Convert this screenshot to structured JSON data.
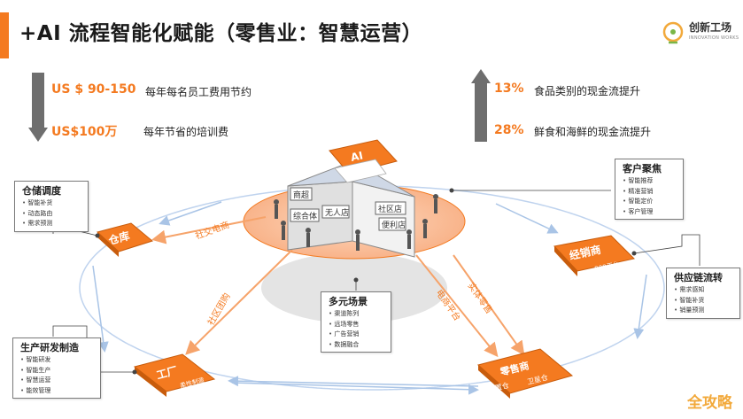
{
  "header": {
    "title": "+AI 流程智能化赋能（零售业：智慧运营）",
    "logo_text": "创新工场",
    "logo_sub": "INNOVATION WORKS"
  },
  "stats_left": [
    {
      "value": "US $ 90-150",
      "desc": "每年每名员工费用节约"
    },
    {
      "value": "US$100万",
      "desc": "每年节省的培训费"
    }
  ],
  "stats_right": [
    {
      "value": "13%",
      "desc": "食品类别的现金流提升"
    },
    {
      "value": "28%",
      "desc": "鲜食和海鲜的现金流提升"
    }
  ],
  "center": {
    "ai_label": "AI",
    "stores": [
      "商超",
      "综合体",
      "无人店",
      "社区店",
      "便利店"
    ]
  },
  "nodes": {
    "warehouse": {
      "label": "仓库"
    },
    "distributor": {
      "label": "经销商",
      "sub": "B2B平台"
    },
    "factory": {
      "label": "工厂",
      "sub": "柔性制造"
    },
    "retailer": {
      "label": "零售商",
      "sub1": "前置仓",
      "sub2": "卫星仓"
    }
  },
  "path_labels": {
    "social_ecommerce": "社交电商",
    "community_group": "社区团购",
    "ecommerce_platform": "电商平台",
    "physical_retail": "实体零售"
  },
  "boxes": {
    "warehouse": {
      "title": "仓储调度",
      "items": [
        "智能补货",
        "动态路由",
        "需求预测"
      ]
    },
    "customer": {
      "title": "客户聚焦",
      "items": [
        "智能推荐",
        "精准营销",
        "智能定价",
        "客户管理"
      ]
    },
    "supply": {
      "title": "供应链流转",
      "items": [
        "需求感知",
        "智能补货",
        "销量预测"
      ]
    },
    "production": {
      "title": "生产研发制造",
      "items": [
        "智能研发",
        "智能生产",
        "智慧运营",
        "能效管理"
      ]
    },
    "scenes": {
      "title": "多元场景",
      "items": [
        "渠道陈列",
        "远场零售",
        "广告营销",
        "数据融合"
      ]
    }
  },
  "watermark": "全攻略",
  "colors": {
    "accent": "#f47a20",
    "gray": "#6e6e6e"
  }
}
